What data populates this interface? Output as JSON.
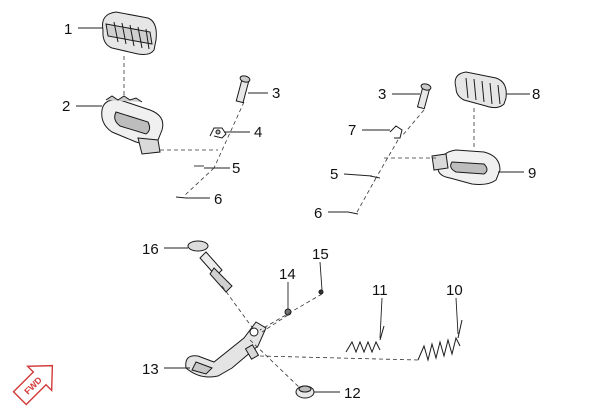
{
  "callouts": [
    {
      "id": "c1",
      "label": "1"
    },
    {
      "id": "c2",
      "label": "2"
    },
    {
      "id": "c3a",
      "label": "3"
    },
    {
      "id": "c4",
      "label": "4"
    },
    {
      "id": "c5a",
      "label": "5"
    },
    {
      "id": "c6a",
      "label": "6"
    },
    {
      "id": "c3b",
      "label": "3"
    },
    {
      "id": "c7",
      "label": "7"
    },
    {
      "id": "c8",
      "label": "8"
    },
    {
      "id": "c5b",
      "label": "5"
    },
    {
      "id": "c9",
      "label": "9"
    },
    {
      "id": "c6b",
      "label": "6"
    },
    {
      "id": "c16",
      "label": "16"
    },
    {
      "id": "c15",
      "label": "15"
    },
    {
      "id": "c14",
      "label": "14"
    },
    {
      "id": "c11",
      "label": "11"
    },
    {
      "id": "c10",
      "label": "10"
    },
    {
      "id": "c13",
      "label": "13"
    },
    {
      "id": "c12",
      "label": "12"
    }
  ],
  "direction_marker": {
    "text": "FWD",
    "color": "#d23a3a"
  },
  "colors": {
    "line": "#222222",
    "part_fill": "#f2f2f2",
    "part_dark": "#555555"
  }
}
